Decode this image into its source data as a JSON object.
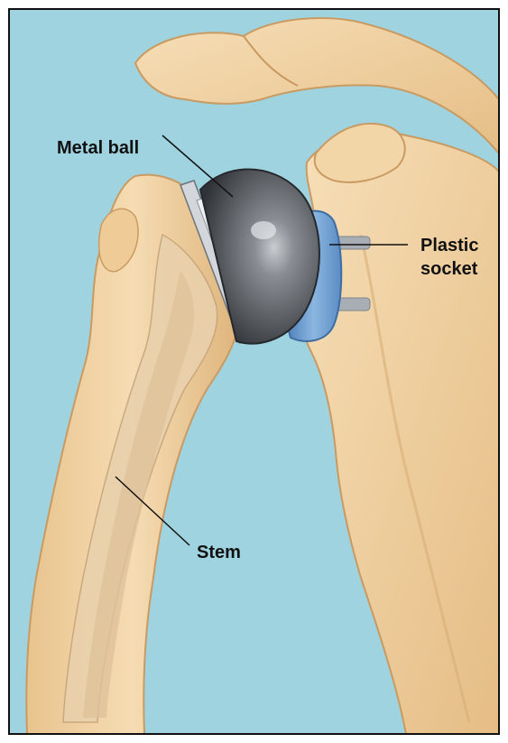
{
  "labels": {
    "metal_ball": "Metal ball",
    "plastic_socket_line1": "Plastic",
    "plastic_socket_line2": "socket",
    "stem": "Stem"
  },
  "colors": {
    "background": "#9fd3df",
    "bone": "#f0cf9e",
    "bone_shadow": "#d9ae76",
    "bone_highlight": "#f9e4c2",
    "metal_dark": "#3c3f44",
    "metal_light": "#8a8e94",
    "socket_blue": "#6f9fd0",
    "frame": "#111111"
  }
}
